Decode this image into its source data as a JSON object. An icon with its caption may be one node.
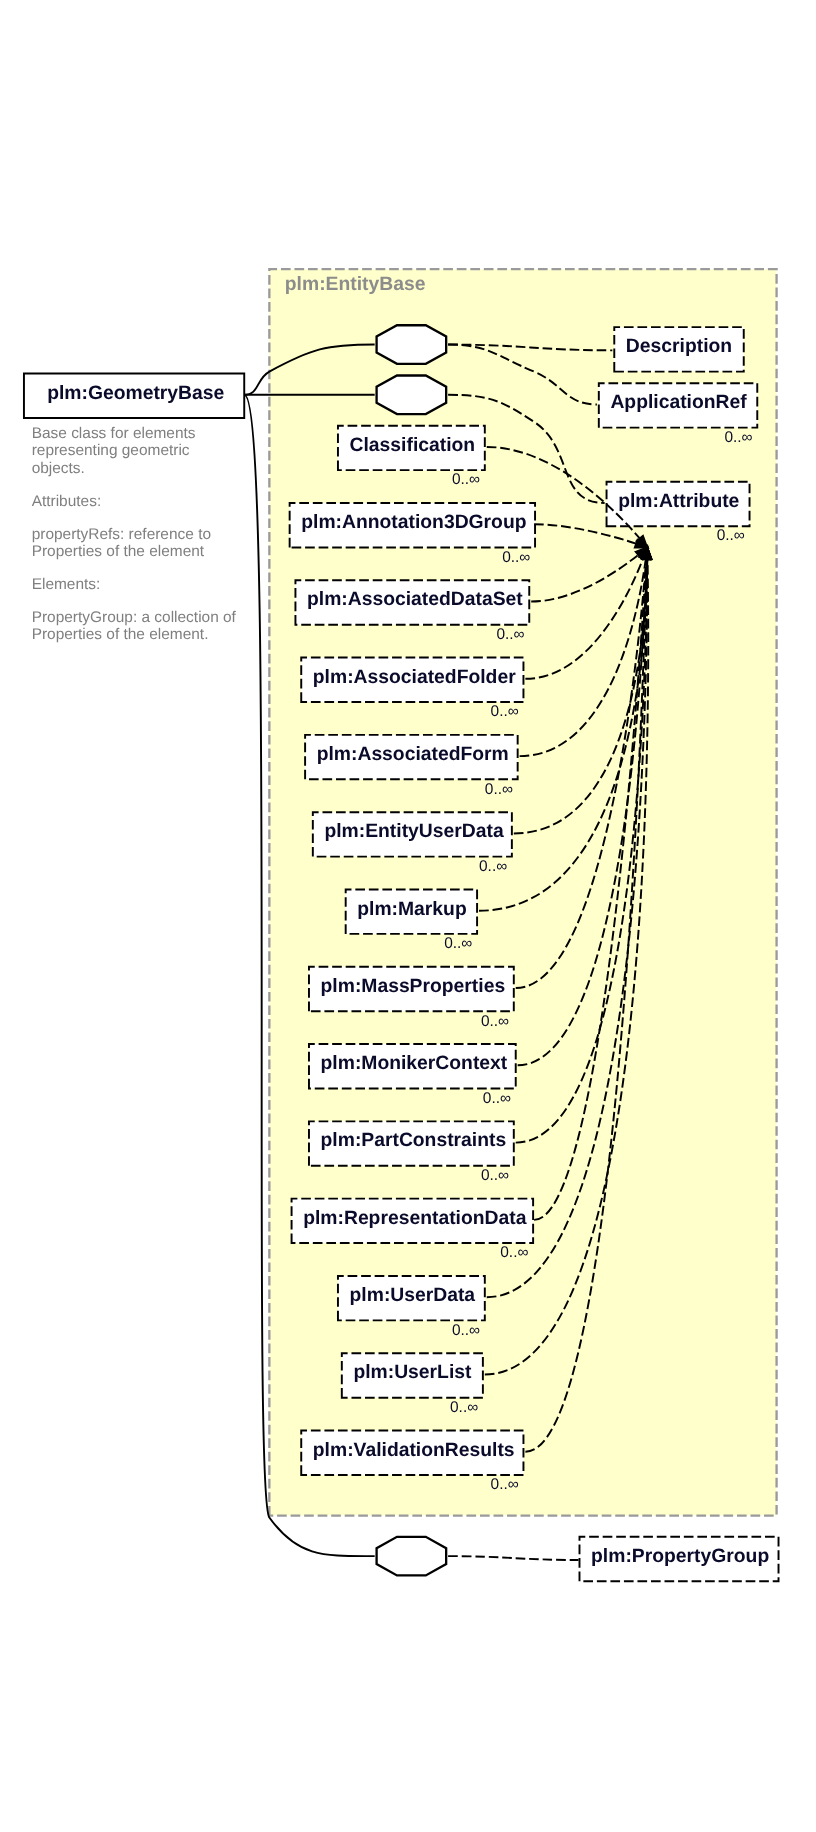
{
  "diagram": {
    "nodes": [
      {
        "text": [
          "plm:GeometryBase"
        ],
        "beside": [
          "Base class for elements representing geometric objects.",
          "Attributes:",
          "propertyRefs: reference to Properties of the element",
          "Elements:",
          "PropertyGroup: a collection of Properties of the element."
        ]
      },
      {
        "text": [
          "plm:EntityBase"
        ]
      },
      {
        "text": [],
        "shape": "octagon",
        "in": 1
      },
      {
        "text": [
          "Description"
        ],
        "in": 1
      },
      {
        "text": [
          "ApplicationRef"
        ],
        "in": 1,
        "beside": [
          "0..∞"
        ]
      },
      {
        "text": [],
        "shape": "octagon",
        "in": 1
      },
      {
        "text": [
          "plm:Attribute"
        ],
        "in": 1,
        "beside": [
          "0..∞"
        ]
      },
      {
        "text": [
          "Classification"
        ],
        "in": 1,
        "beside": [
          "0..∞"
        ]
      },
      {
        "text": [
          "plm:Annotation3DGroup"
        ],
        "in": 1,
        "beside": [
          "0..∞"
        ]
      },
      {
        "text": [
          "plm:AssociatedDataSet"
        ],
        "in": 1,
        "beside": [
          "0..∞"
        ]
      },
      {
        "text": [
          "plm:AssociatedFolder"
        ],
        "in": 1,
        "beside": [
          "0..∞"
        ]
      },
      {
        "text": [
          "plm:AssociatedForm"
        ],
        "in": 1,
        "beside": [
          "0..∞"
        ]
      },
      {
        "text": [
          "plm:EntityUserData"
        ],
        "in": 1,
        "beside": [
          "0..∞"
        ]
      },
      {
        "text": [
          "plm:Markup"
        ],
        "in": 1,
        "beside": [
          "0..∞"
        ]
      },
      {
        "text": [
          "plm:MassProperties"
        ],
        "in": 1,
        "beside": [
          "0..∞"
        ]
      },
      {
        "text": [
          "plm:MonikerContext"
        ],
        "in": 1,
        "beside": [
          "0..∞"
        ]
      },
      {
        "text": [
          "plm:PartConstraints"
        ],
        "in": 1,
        "beside": [
          "0..∞"
        ]
      },
      {
        "text": [
          "plm:RepresentationData"
        ],
        "in": 1,
        "beside": [
          "0..∞"
        ]
      },
      {
        "text": [
          "plm:UserData"
        ],
        "in": 1,
        "beside": [
          "0..∞"
        ]
      },
      {
        "text": [
          "plm:UserList"
        ],
        "in": 1,
        "beside": [
          "0..∞"
        ]
      },
      {
        "text": [
          "plm:ValidationResults"
        ],
        "in": 1,
        "beside": [
          "0..∞"
        ]
      },
      {
        "text": [],
        "shape": "octagon"
      },
      {
        "text": [
          "plm:PropertyGroup"
        ]
      }
    ],
    "edges": [
      {
        "from": 0,
        "to": 2,
        "arrow": "none"
      },
      {
        "from": 0,
        "to": 5,
        "arrow": "none"
      },
      {
        "from": 0,
        "to": 21,
        "arrow": "none"
      },
      {
        "from": 2,
        "to": 3,
        "arrow": "none",
        "style": "dashed"
      },
      {
        "from": 2,
        "to": 4,
        "arrow": "none",
        "style": "dashed"
      },
      {
        "from": 5,
        "to": 6,
        "arrow": "none",
        "style": "dashed"
      },
      {
        "from": 7,
        "to": 6,
        "arrow": "to",
        "style": "dashed"
      },
      {
        "from": 8,
        "to": 6,
        "arrow": "to",
        "style": "dashed"
      },
      {
        "from": 9,
        "to": 6,
        "arrow": "to",
        "style": "dashed"
      },
      {
        "from": 10,
        "to": 6,
        "arrow": "to",
        "style": "dashed"
      },
      {
        "from": 11,
        "to": 6,
        "arrow": "to",
        "style": "dashed"
      },
      {
        "from": 12,
        "to": 6,
        "arrow": "to",
        "style": "dashed"
      },
      {
        "from": 13,
        "to": 6,
        "arrow": "to",
        "style": "dashed"
      },
      {
        "from": 14,
        "to": 6,
        "arrow": "to",
        "style": "dashed"
      },
      {
        "from": 15,
        "to": 6,
        "arrow": "to",
        "style": "dashed"
      },
      {
        "from": 16,
        "to": 6,
        "arrow": "to",
        "style": "dashed"
      },
      {
        "from": 17,
        "to": 6,
        "arrow": "to",
        "style": "dashed"
      },
      {
        "from": 18,
        "to": 6,
        "arrow": "to",
        "style": "dashed"
      },
      {
        "from": 19,
        "to": 6,
        "arrow": "to",
        "style": "dashed"
      },
      {
        "from": 20,
        "to": 6,
        "arrow": "to",
        "style": "dashed"
      },
      {
        "from": 21,
        "to": 22,
        "arrow": "none",
        "style": "dashed"
      }
    ]
  }
}
